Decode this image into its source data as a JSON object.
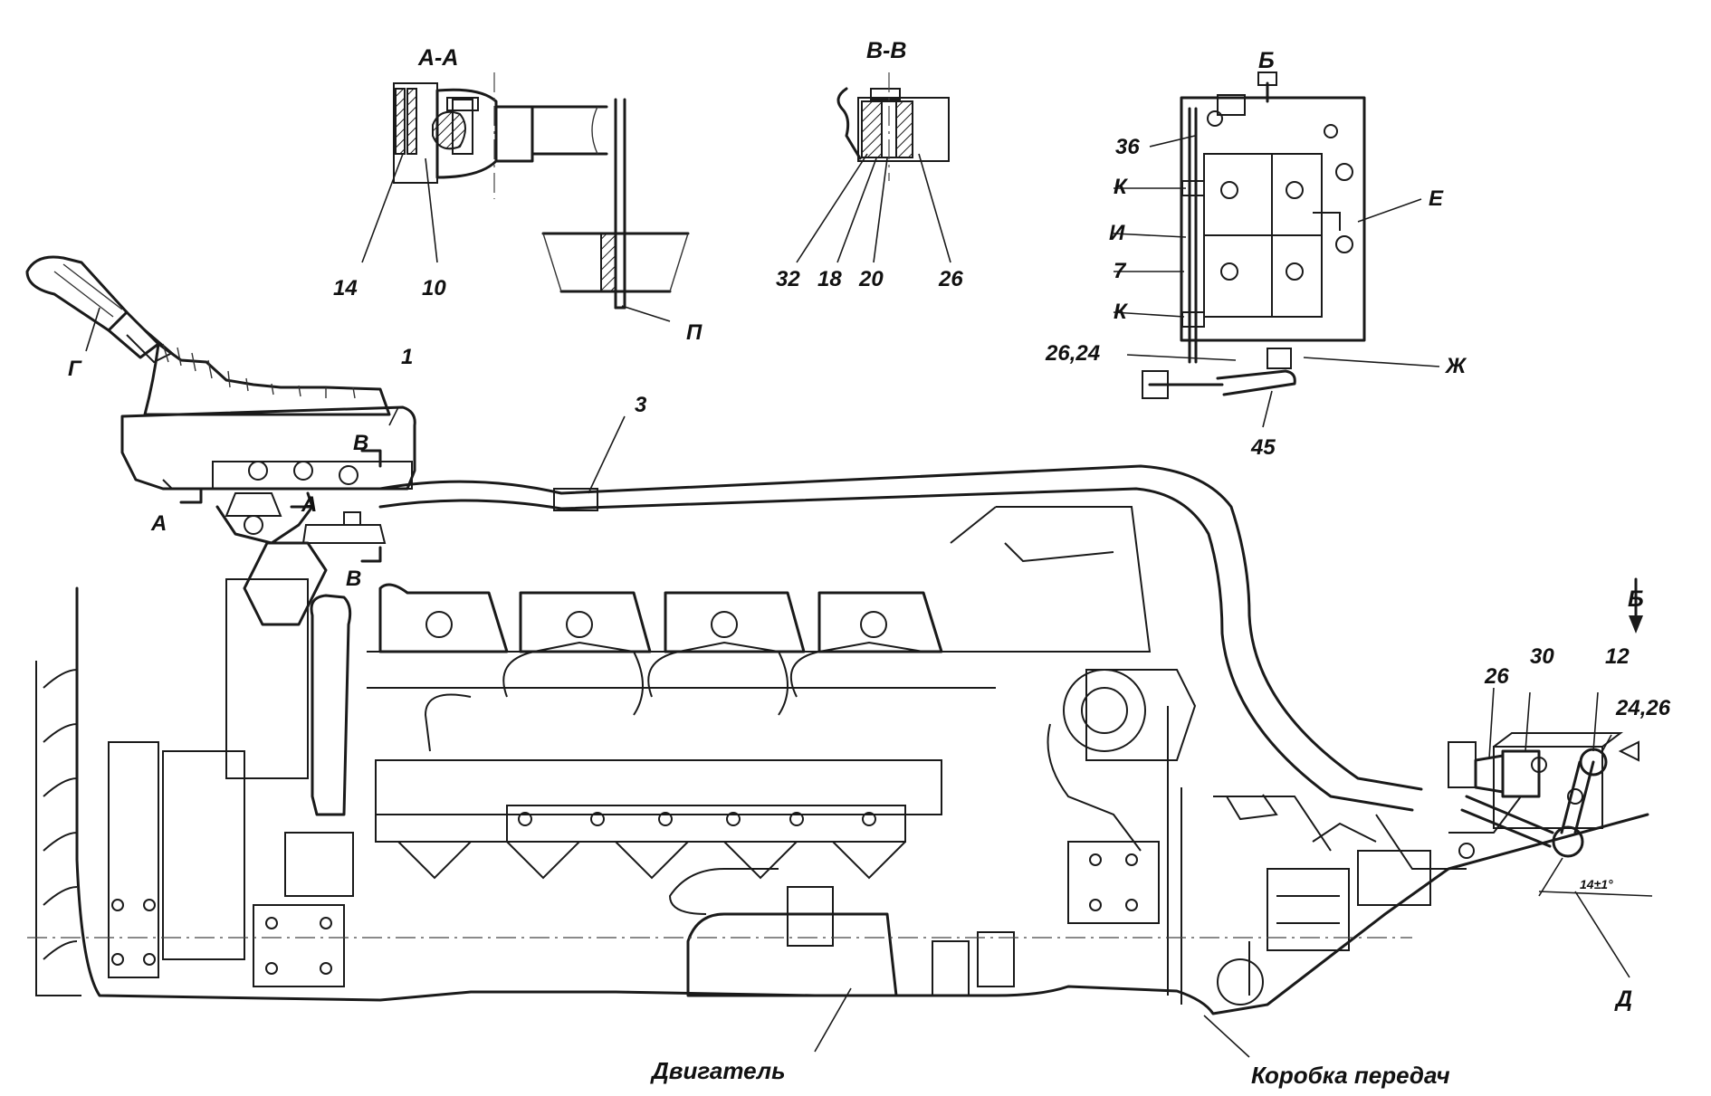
{
  "sections": {
    "aa": "А-А",
    "vv": "В-В"
  },
  "labels": {
    "p14": "14",
    "p10": "10",
    "p32": "32",
    "p18": "18",
    "p20": "20",
    "p26_vv": "26",
    "p_P": "П",
    "p_G": "Г",
    "p1": "1",
    "p3": "3",
    "p_A_left": "А",
    "p_A_right": "А",
    "p_B_top": "В",
    "p_B_bottom": "В",
    "view_B": "Б",
    "p36": "36",
    "p_K1": "К",
    "p_I": "И",
    "p7": "7",
    "p_K2": "К",
    "p2624": "26,24",
    "p_E": "Е",
    "p_Zh": "Ж",
    "p45": "45",
    "arrow_B": "Б",
    "p26_r": "26",
    "p30": "30",
    "p12": "12",
    "p2426": "24,26",
    "angle": "14±1°",
    "p_D": "Д",
    "engine": "Двигатель",
    "gearbox": "Коробка передач"
  }
}
